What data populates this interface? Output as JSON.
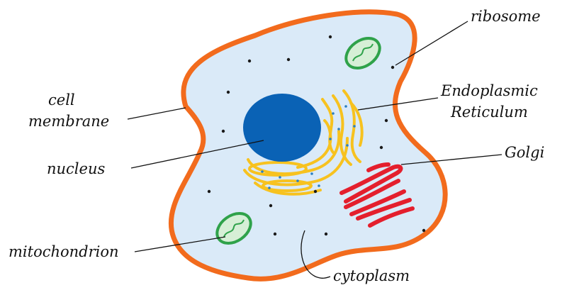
{
  "diagram": {
    "labels": {
      "ribosome": "ribosome",
      "cell_membrane_line1": "cell",
      "cell_membrane_line2": "membrane",
      "er_line1": "Endoplasmic",
      "er_line2": "Reticulum",
      "nucleus": "nucleus",
      "golgi": "Golgi",
      "mitochondrion": "mitochondrion",
      "cytoplasm": "cytoplasm"
    },
    "colors": {
      "membrane": "#f26b1d",
      "cytoplasm": "#daeaf8",
      "nucleus": "#0a62b5",
      "endoplasmic_reticulum": "#f7c21f",
      "golgi": "#e41f2d",
      "mitochondrion_outer": "#2fa24a",
      "mitochondrion_fill": "#d6efd6",
      "ribosome": "#1a1a1a"
    },
    "icons": [
      "cell-membrane",
      "cytoplasm",
      "nucleus",
      "endoplasmic-reticulum",
      "golgi-apparatus",
      "mitochondrion",
      "ribosome"
    ]
  }
}
